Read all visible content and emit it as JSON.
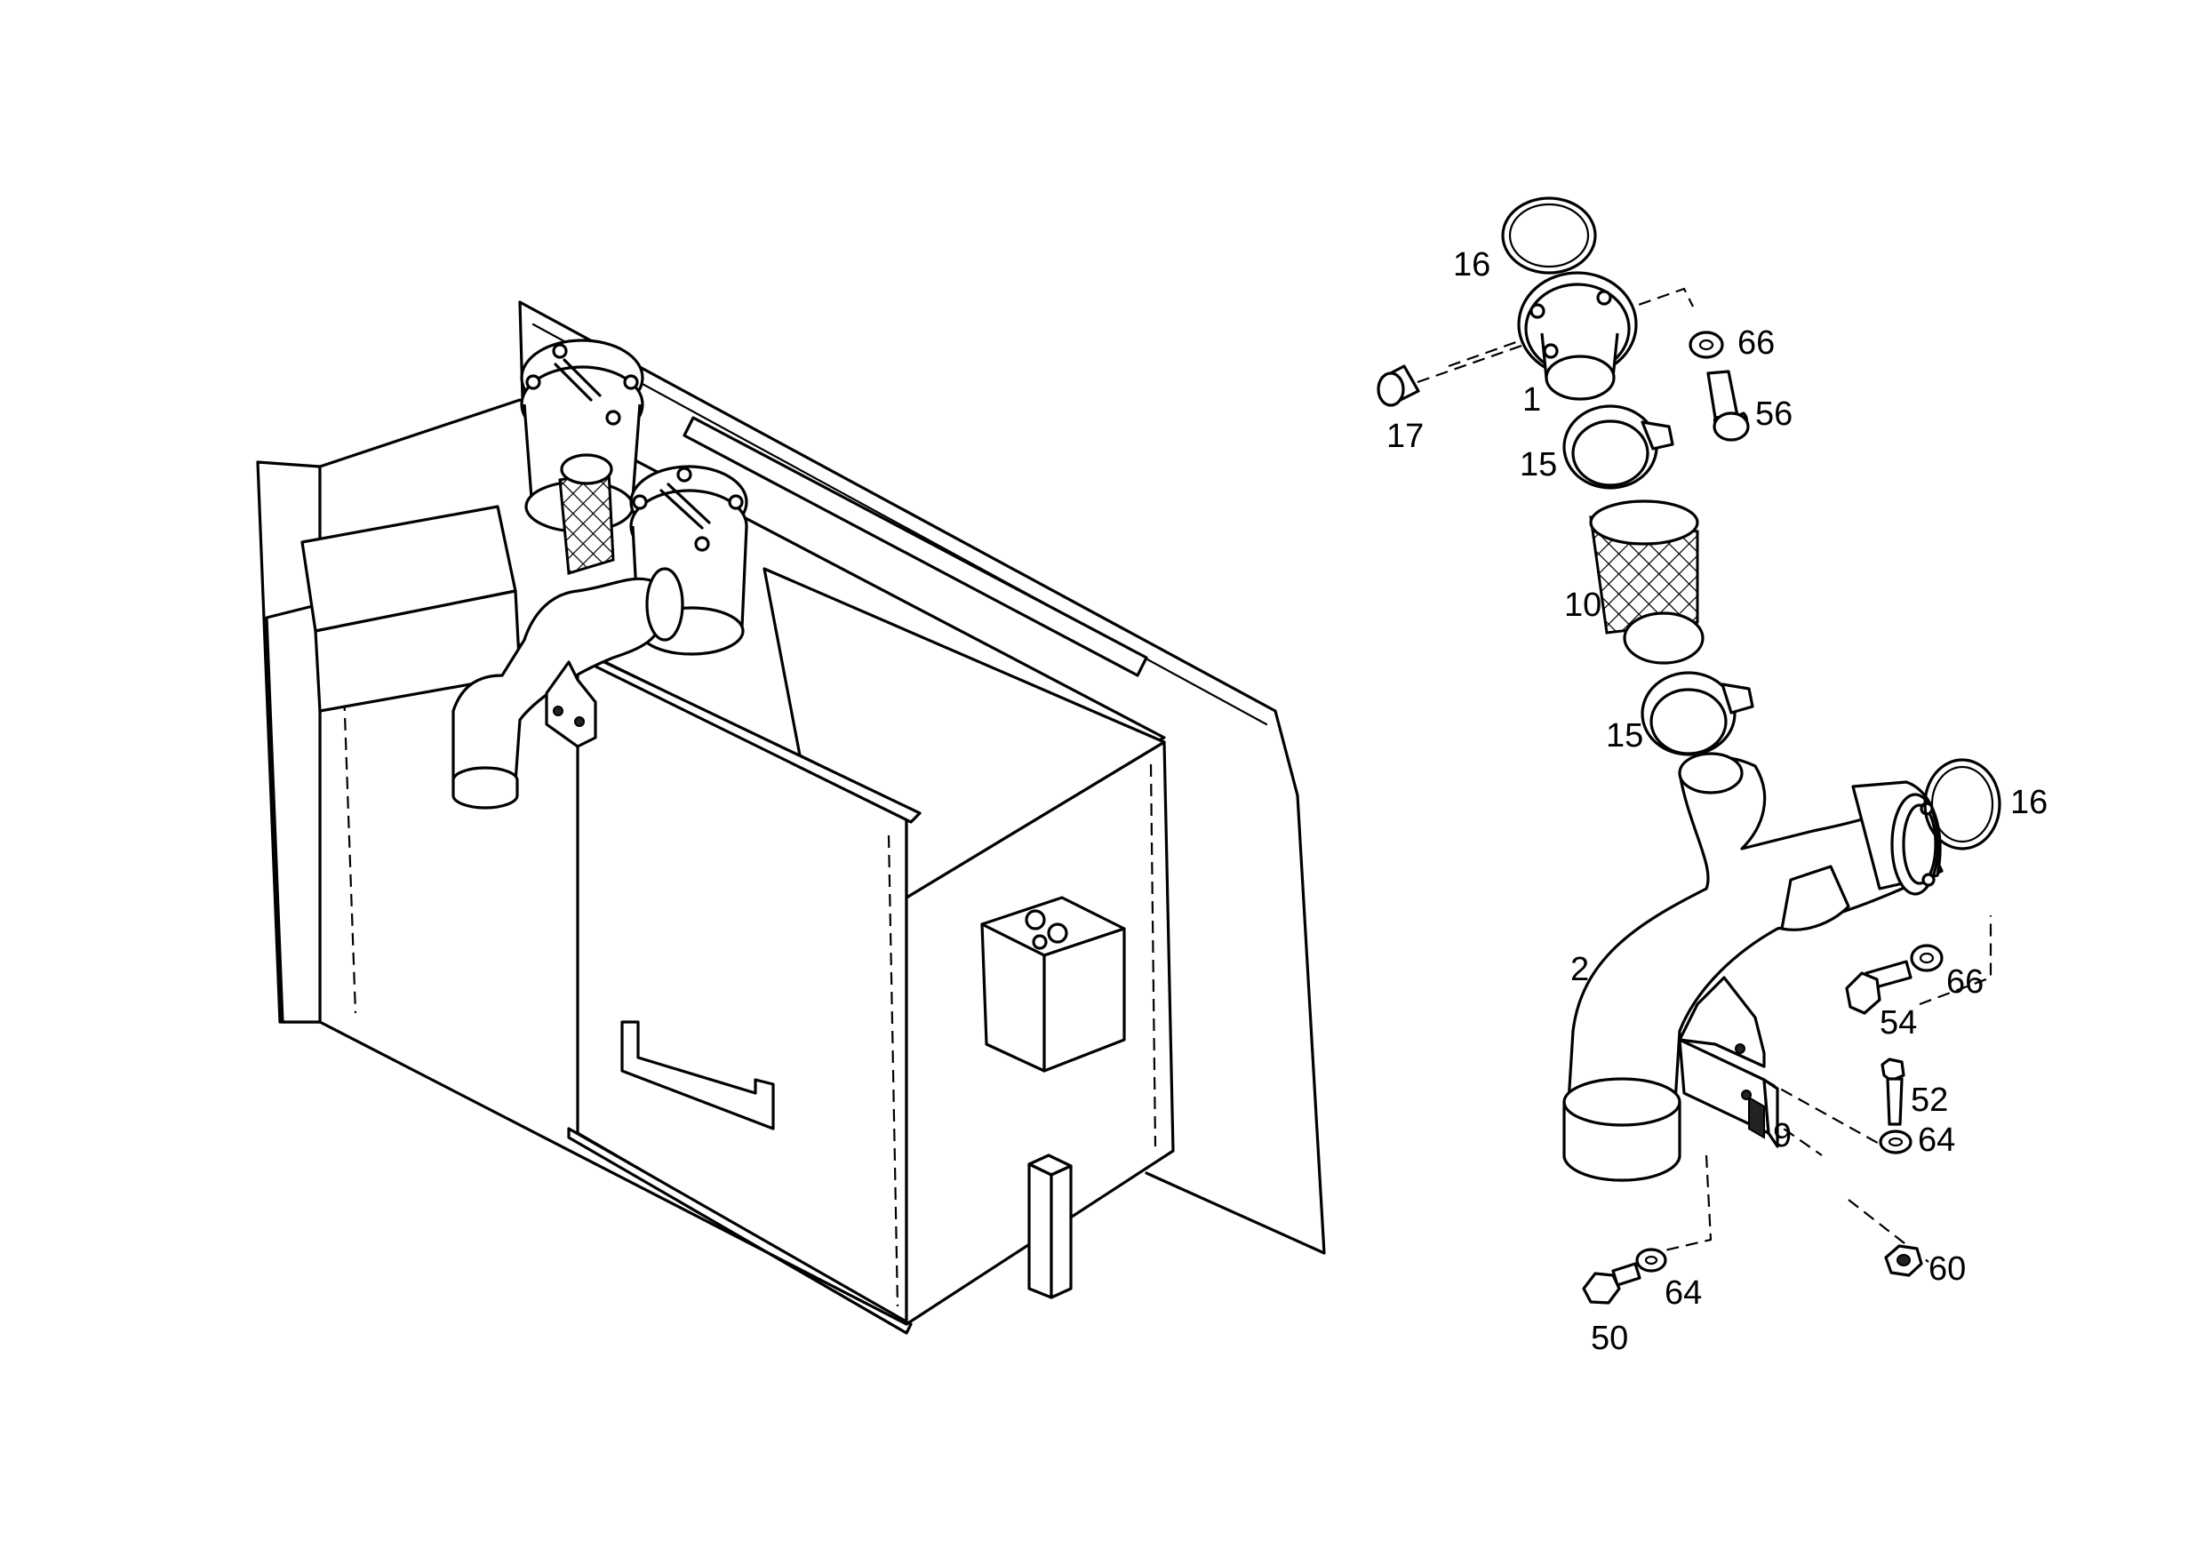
{
  "callouts": [
    {
      "id": "c16a",
      "text": "16"
    },
    {
      "id": "c66a",
      "text": "66"
    },
    {
      "id": "c1",
      "text": "1"
    },
    {
      "id": "c56",
      "text": "56"
    },
    {
      "id": "c17",
      "text": "17"
    },
    {
      "id": "c15a",
      "text": "15"
    },
    {
      "id": "c10",
      "text": "10"
    },
    {
      "id": "c15b",
      "text": "15"
    },
    {
      "id": "c16b",
      "text": "16"
    },
    {
      "id": "c2",
      "text": "2"
    },
    {
      "id": "c66b",
      "text": "66"
    },
    {
      "id": "c54",
      "text": "54"
    },
    {
      "id": "c52",
      "text": "52"
    },
    {
      "id": "c64a",
      "text": "64"
    },
    {
      "id": "c9",
      "text": "9"
    },
    {
      "id": "c60",
      "text": "60"
    },
    {
      "id": "c64b",
      "text": "64"
    },
    {
      "id": "c50",
      "text": "50"
    }
  ]
}
